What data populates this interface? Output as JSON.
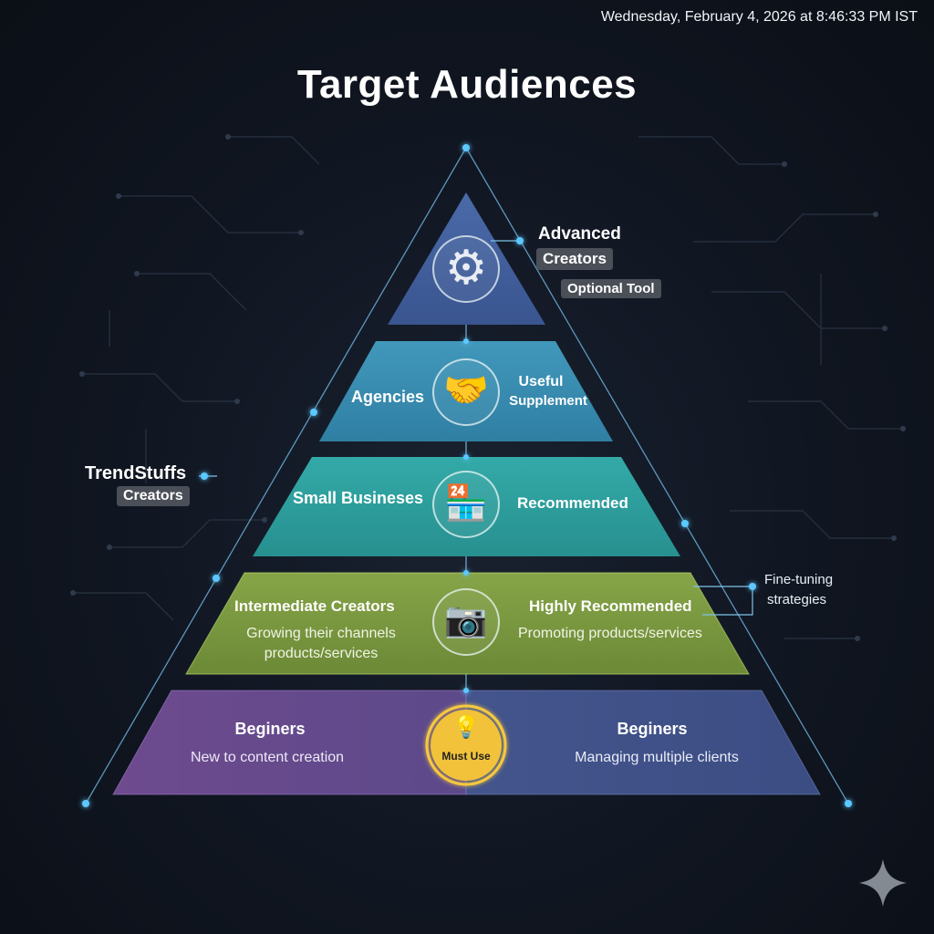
{
  "header": {
    "timestamp": "Wednesday, February 4, 2026 at 8:46:33 PM IST",
    "title": "Target Audiences"
  },
  "pyramid": {
    "top": {
      "label_line1": "Advanced",
      "label_line2": "Creators",
      "tag": "Optional Tool",
      "icon": "gear-icon"
    },
    "tier2": {
      "left": "Agencies",
      "right_line1": "Useful",
      "right_line2": "Supplement",
      "icon": "handshake-icon"
    },
    "tier3": {
      "left": "Small Busineses",
      "right": "Recommended",
      "icon": "storefront-icon"
    },
    "tier4": {
      "left_title": "Intermediate Creators",
      "left_line1": "Growing their channels",
      "left_line2": "products/services",
      "right_title": "Highly Recommended",
      "right_line1": "Promoting products/services",
      "icon": "camera-icon"
    },
    "base": {
      "left_title": "Beginers",
      "left_sub": "New to content creation",
      "right_title": "Beginers",
      "right_sub": "Managing multiple clients",
      "badge": "Must Use",
      "icon": "lightbulb-icon"
    }
  },
  "side": {
    "left_line1": "TrendStuffs",
    "left_tag": "Creators",
    "right_line1": "Fine-tuning",
    "right_line2": "strategies"
  },
  "colors": {
    "background": "#0d1119",
    "tier_top": "#3f5f9b",
    "tier_2": "#3a8fb0",
    "tier_3": "#2fa3a3",
    "tier_4": "#7b9a3e",
    "base_left": "#6a4a8c",
    "base_right": "#3e4f86",
    "badge": "#f3c33b",
    "node": "#4fc3f7"
  }
}
